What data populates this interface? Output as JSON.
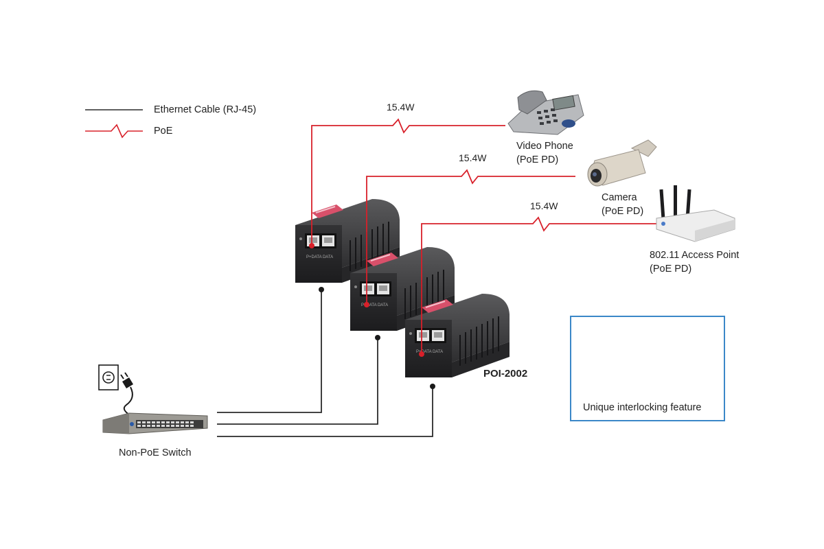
{
  "legend": {
    "ethernet_label": "Ethernet Cable (RJ-45)",
    "poe_label": "PoE"
  },
  "colors": {
    "ethernet": "#2a2a2a",
    "poe": "#d8202a",
    "inset_border": "#3a87c8",
    "arrow": "#3aa0dc",
    "device_body": "#3c3c3e"
  },
  "power_labels": [
    "15.4W",
    "15.4W",
    "15.4W"
  ],
  "devices": {
    "video_phone": {
      "line1": "Video Phone",
      "line2": "(PoE PD)"
    },
    "camera": {
      "line1": "Camera",
      "line2": "(PoE PD)"
    },
    "access_point": {
      "line1": "802.11 Access Point",
      "line2": "(PoE PD)"
    },
    "switch": {
      "label": "Non-PoE Switch"
    },
    "injector": {
      "model": "POI-2002"
    }
  },
  "inset": {
    "caption": "Unique interlocking feature"
  }
}
